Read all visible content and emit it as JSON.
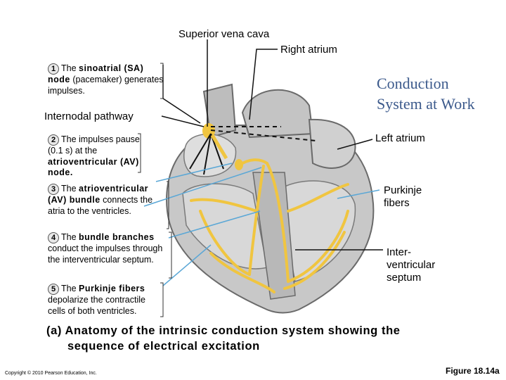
{
  "labels": {
    "svc": "Superior vena cava",
    "right_atrium": "Right atrium",
    "internodal": "Internodal pathway",
    "left_atrium": "Left atrium",
    "purkinje_line1": "Purkinje",
    "purkinje_line2": "fibers",
    "septum_line1": "Inter-",
    "septum_line2": "ventricular",
    "septum_line3": "septum"
  },
  "title": {
    "line1": "Conduction",
    "line2": "System at Work"
  },
  "steps": [
    {
      "num": "1",
      "pre": "The ",
      "bold": "sinoatrial (SA) node",
      "post": " (pacemaker) generates impulses."
    },
    {
      "num": "2",
      "pre": "The impulses pause (0.1 s) at the ",
      "bold": "atrioventricular (AV) node.",
      "post": ""
    },
    {
      "num": "3",
      "pre": "The ",
      "bold": "atrioventricular (AV) bundle",
      "post": " connects the atria to the ventricles."
    },
    {
      "num": "4",
      "pre": "The ",
      "bold": "bundle branches",
      "post": " conduct the impulses through the interventricular septum."
    },
    {
      "num": "5",
      "pre": "The ",
      "bold": "Purkinje fibers",
      "post": " depolarize the contractile cells of both ventricles."
    }
  ],
  "caption": {
    "line1": "(a) Anatomy of the intrinsic conduction system showing the",
    "line2": "sequence of electrical excitation"
  },
  "copyright": "Copyright © 2010 Pearson Education, Inc.",
  "figure": "Figure 18.14a",
  "colors": {
    "conduction": "#f0c540",
    "pointer": "#5aa7d6",
    "heart_fill": "#c2c2c2",
    "heart_stroke": "#6a6a6a",
    "title": "#3c5a8c"
  }
}
